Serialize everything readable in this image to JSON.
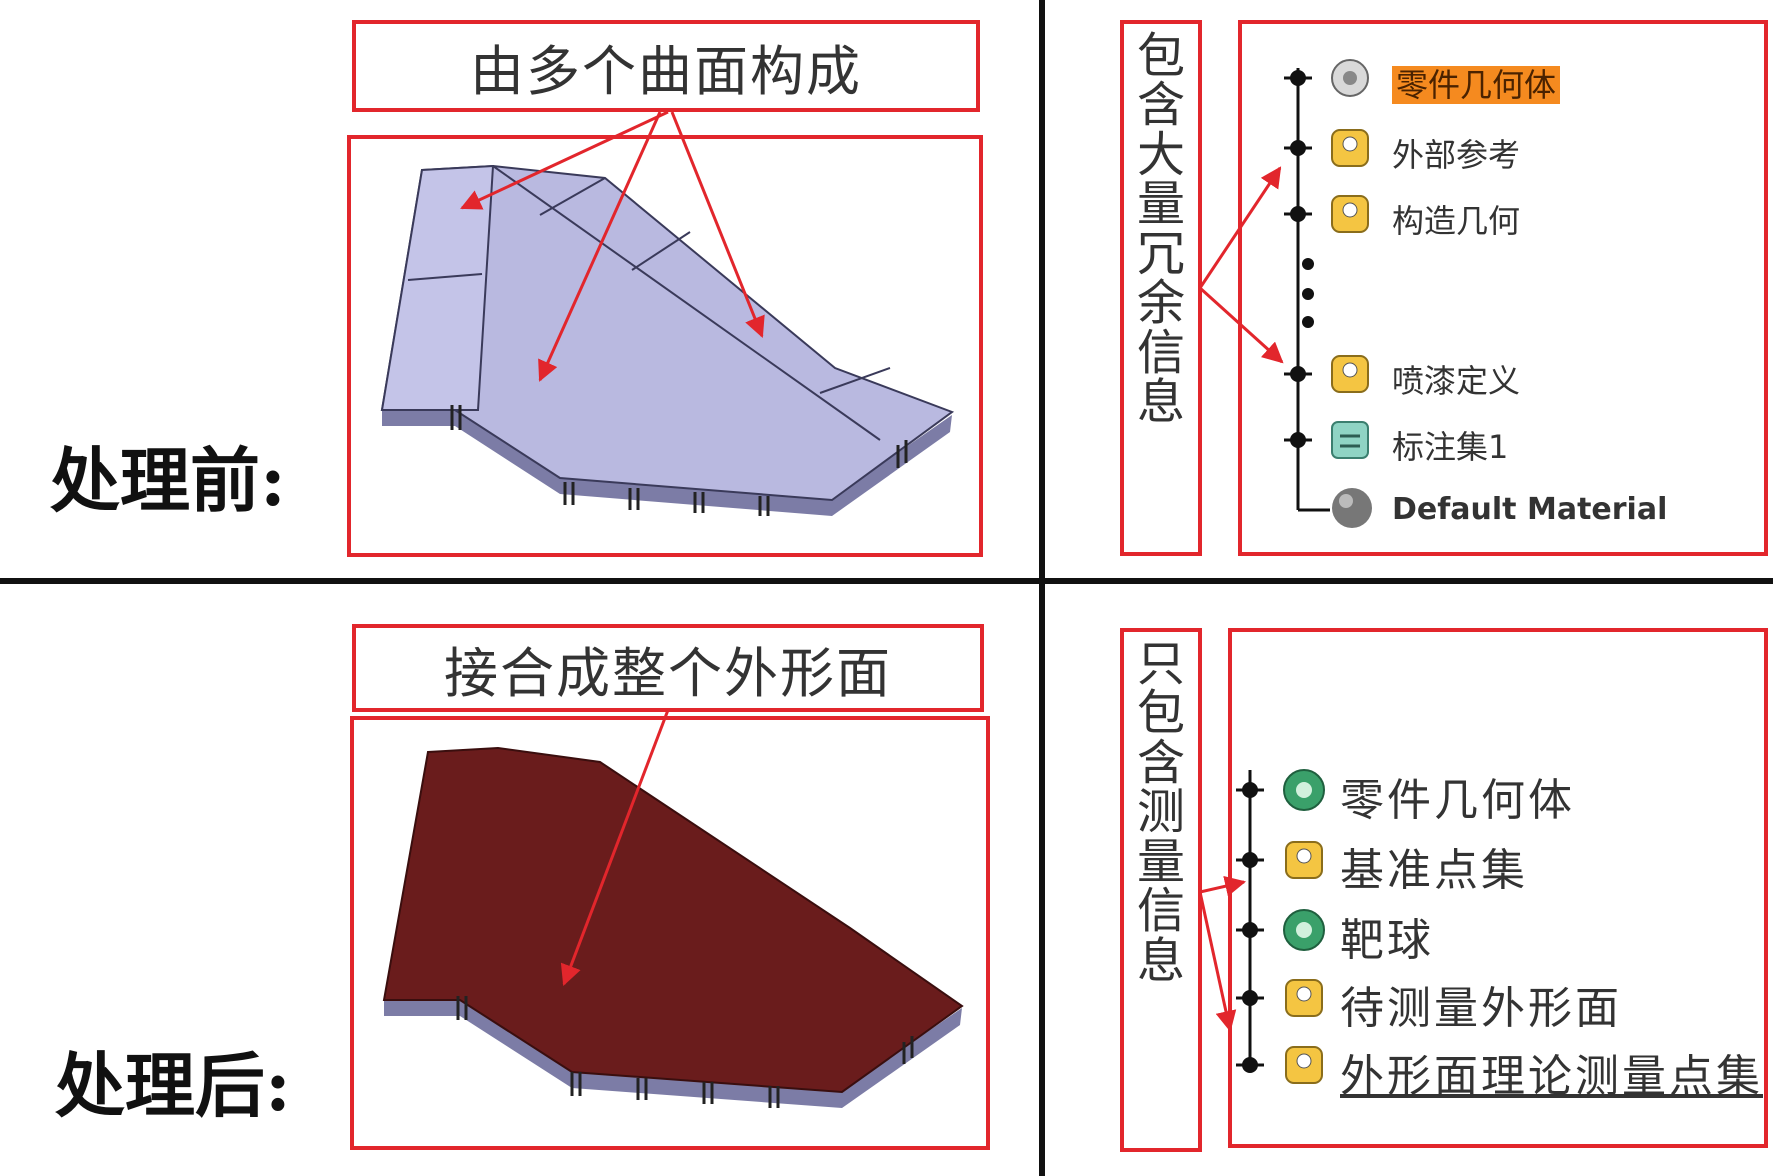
{
  "before": {
    "stage_label": "处理前:",
    "caption": "由多个曲面构成",
    "side_label": "包含大量冗余信息",
    "tree": [
      {
        "label": "零件几何体",
        "icon": "gear-icon",
        "highlight": true
      },
      {
        "label": "外部参考",
        "icon": "geometric-set-icon"
      },
      {
        "label": "构造几何",
        "icon": "geometric-set-icon"
      },
      {
        "label": "喷漆定义",
        "icon": "geometric-set-icon"
      },
      {
        "label": "标注集1",
        "icon": "annotation-set-icon"
      },
      {
        "label": "Default Material",
        "icon": "material-sphere-icon"
      }
    ]
  },
  "after": {
    "stage_label": "处理后:",
    "caption": "接合成整个外形面",
    "side_label": "只包含测量信息",
    "tree": [
      {
        "label": "零件几何体",
        "icon": "gear-icon"
      },
      {
        "label": "基准点集",
        "icon": "geometric-set-icon"
      },
      {
        "label": "靶球",
        "icon": "gear-icon"
      },
      {
        "label": "待测量外形面",
        "icon": "geometric-set-icon"
      },
      {
        "label": "外形面理论测量点集",
        "icon": "geometric-set-icon",
        "underline": true
      }
    ]
  },
  "colors": {
    "frame_red": "#e2262c",
    "arrow_red": "#e2262c",
    "surface_lavender": "#b9b9e0",
    "surface_maroon": "#6a1c1c",
    "highlight_orange": "#f58a1f",
    "divider": "#111111"
  }
}
